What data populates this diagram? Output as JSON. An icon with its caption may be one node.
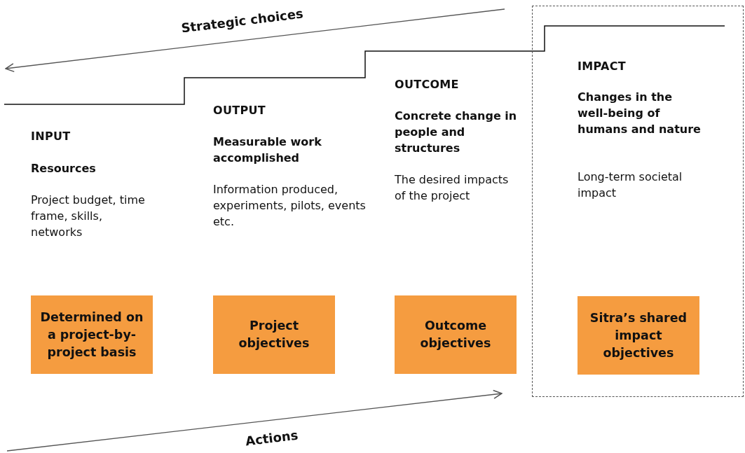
{
  "diagram": {
    "nodes": [
      {
        "text": [
          "Determined on a project-by-project basis"
        ]
      },
      {
        "text": [
          "Project objectives"
        ]
      },
      {
        "text": [
          "Outcome objectives"
        ]
      },
      {
        "text": [
          "IMPACT",
          "Changes in the well-being of humans and nature",
          "Long-term societal impact"
        ]
      },
      {
        "text": [
          "Sitra’s shared impact objectives"
        ],
        "in": 3
      }
    ],
    "edges": [],
    "labels": [
      "Strategic choices",
      "INPUT",
      "Resources",
      "Project budget, time frame, skills, networks",
      "OUTPUT",
      "Measurable work accomplished",
      "Information produced, experiments, pilots, events etc.",
      "OUTCOME",
      "Concrete change in people and structures",
      "The desired impacts of the project",
      "Actions"
    ]
  }
}
